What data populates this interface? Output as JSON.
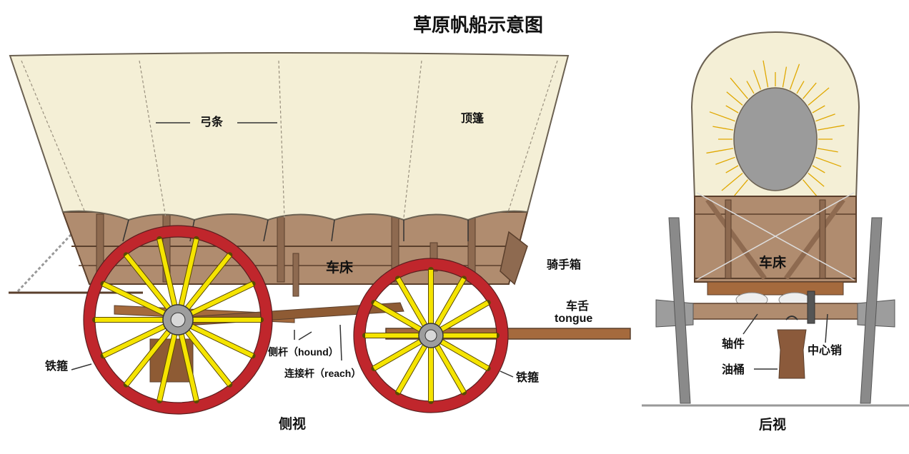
{
  "title": "草原帆船示意图",
  "side_view": {
    "caption": "侧视",
    "labels": {
      "bows": "弓条",
      "cover": "顶篷",
      "wagon_bed": "车床",
      "jockey_box": "骑手箱",
      "tongue_cn": "车舌",
      "tongue_en": "tongue",
      "hound": "侧杆（hound）",
      "reach": "连接杆（reach）",
      "tire_left": "铁箍",
      "tire_right": "铁箍"
    }
  },
  "rear_view": {
    "caption": "后视",
    "labels": {
      "wagon_bed": "车床",
      "axle": "轴件",
      "king_pin": "中心销",
      "grease_bucket": "油桶"
    }
  },
  "colors": {
    "canvas": "#f4efd6",
    "canvas_edge": "#6b6152",
    "wood": "#b08c6f",
    "wood_dark": "#5a3f2c",
    "pole": "#a56a3d",
    "rim": "#c0262c",
    "spoke": "#f5e400",
    "hub": "#9d9d9d",
    "opening": "#9b9b9b",
    "iron": "#555555"
  }
}
